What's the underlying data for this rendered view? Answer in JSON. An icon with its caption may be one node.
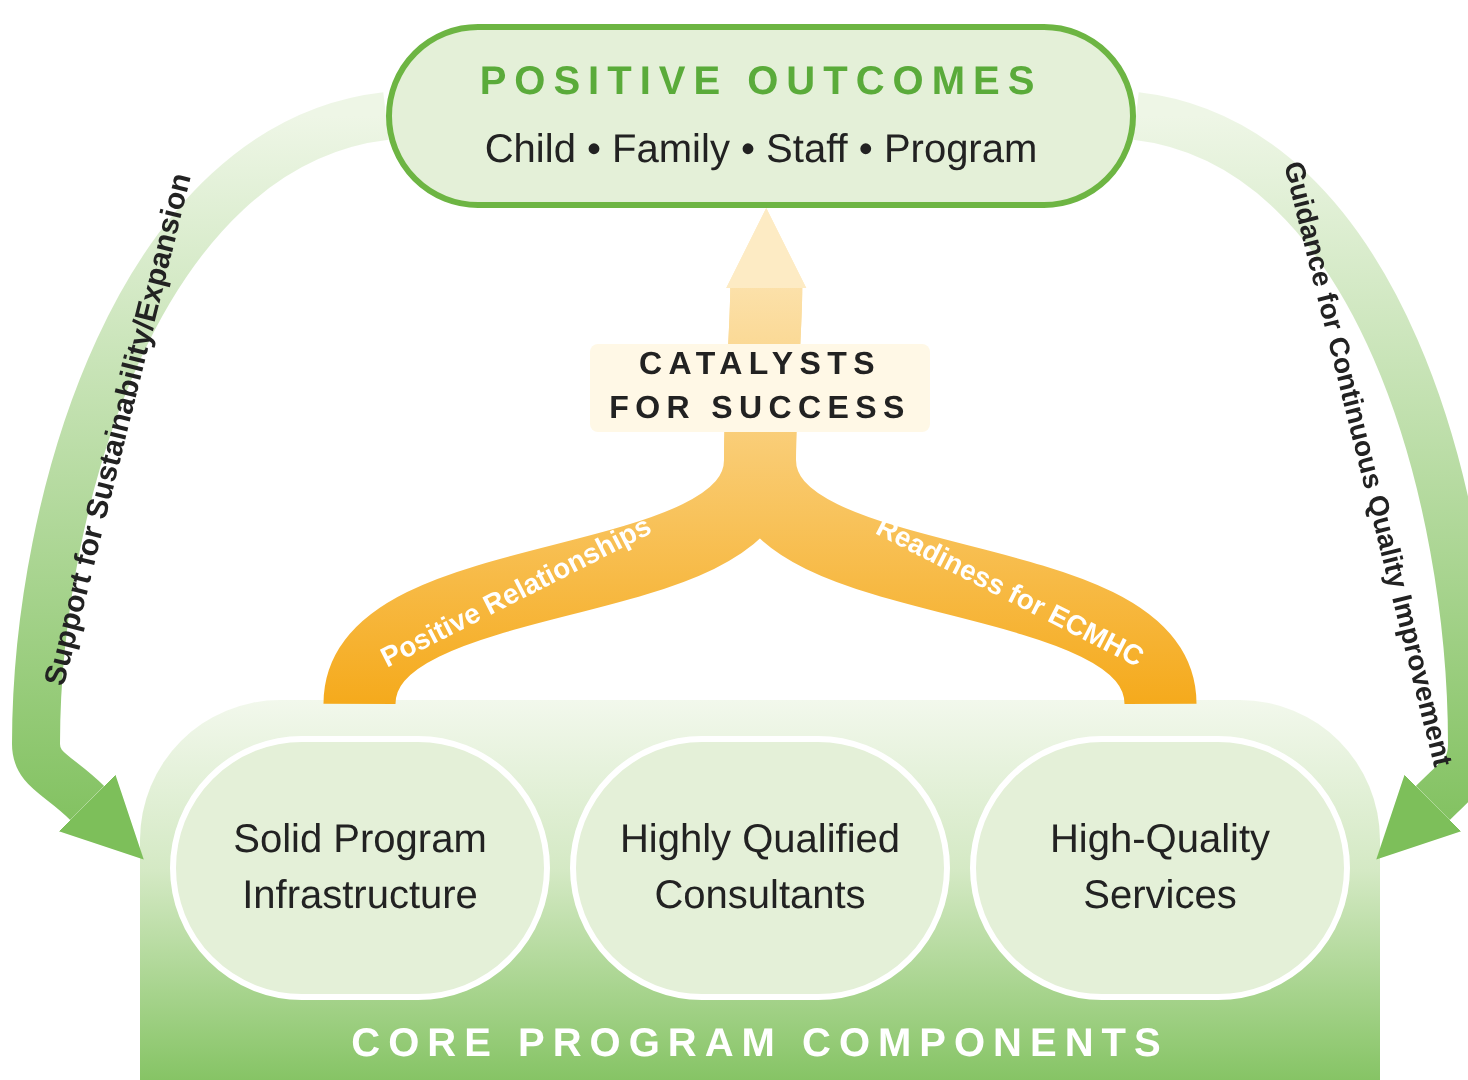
{
  "diagram": {
    "nodes": [
      {
        "text": [
          "POSITIVE OUTCOMES",
          "Child • Family • Staff • Program"
        ]
      },
      {
        "text": [
          "CORE PROGRAM COMPONENTS"
        ]
      },
      {
        "text": [
          "Solid Program Infrastructure"
        ],
        "in": 1
      },
      {
        "text": [
          "Highly Qualified Consultants"
        ],
        "in": 1
      },
      {
        "text": [
          "High-Quality Services"
        ],
        "in": 1
      }
    ],
    "edges": [
      {
        "from": 1,
        "to": 0,
        "arrow": "to",
        "label": "Positive Relationships",
        "style": "thick",
        "color": "#f5aa1c"
      },
      {
        "from": 1,
        "to": 0,
        "arrow": "to",
        "label": "Readiness for ECMHC",
        "style": "thick",
        "color": "#f5aa1c"
      },
      {
        "from": 0,
        "to": 1,
        "arrow": "to",
        "label": "Support for Sustainability/Expansion",
        "style": "thick",
        "color": "#7dbf5a"
      },
      {
        "from": 0,
        "to": 1,
        "arrow": "to",
        "label": "Guidance for Continuous Quality Improvement",
        "style": "thick",
        "color": "#7dbf5a"
      }
    ],
    "labels": [
      "CATALYSTS FOR SUCCESS"
    ]
  }
}
